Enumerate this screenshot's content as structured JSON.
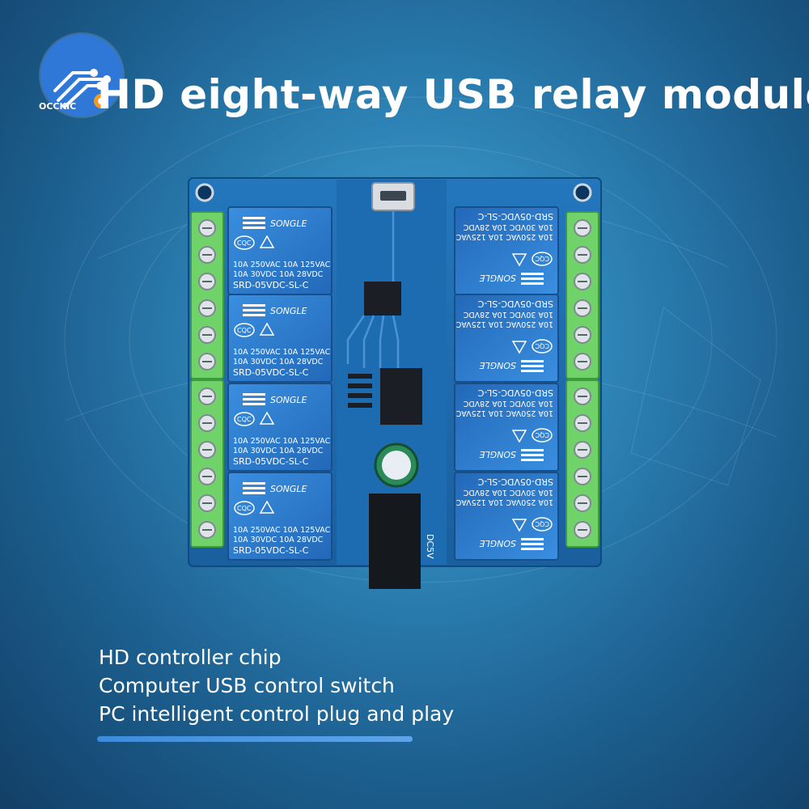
{
  "colors": {
    "background_center": "#4aa6d4",
    "background_edge": "#123f66",
    "pcb_blue": "#1f6fb3",
    "relay_blue": "#2b7fd4",
    "terminal_green": "#6fd36a",
    "logo_blue": "#2f78d8",
    "underline_blue": "#3d8bdb"
  },
  "logo": {
    "text": "OCCKIC",
    "icon": "circuit-trace-logo-icon"
  },
  "headline": {
    "title": "HD eight-way USB relay module"
  },
  "product": {
    "relay_brand": "SONGLE",
    "relay_spec_line1": "10A 250VAC  10A 125VAC",
    "relay_spec_line2": "10A  30VDC  10A  28VDC",
    "relay_model": "SRD-05VDC-SL-C",
    "relay_cert": "CQC",
    "power_label": "DC5V",
    "relay_count": 8,
    "terminals_per_side": 12
  },
  "features": [
    "HD controller chip",
    "Computer USB control switch",
    "PC intelligent control plug and play"
  ]
}
